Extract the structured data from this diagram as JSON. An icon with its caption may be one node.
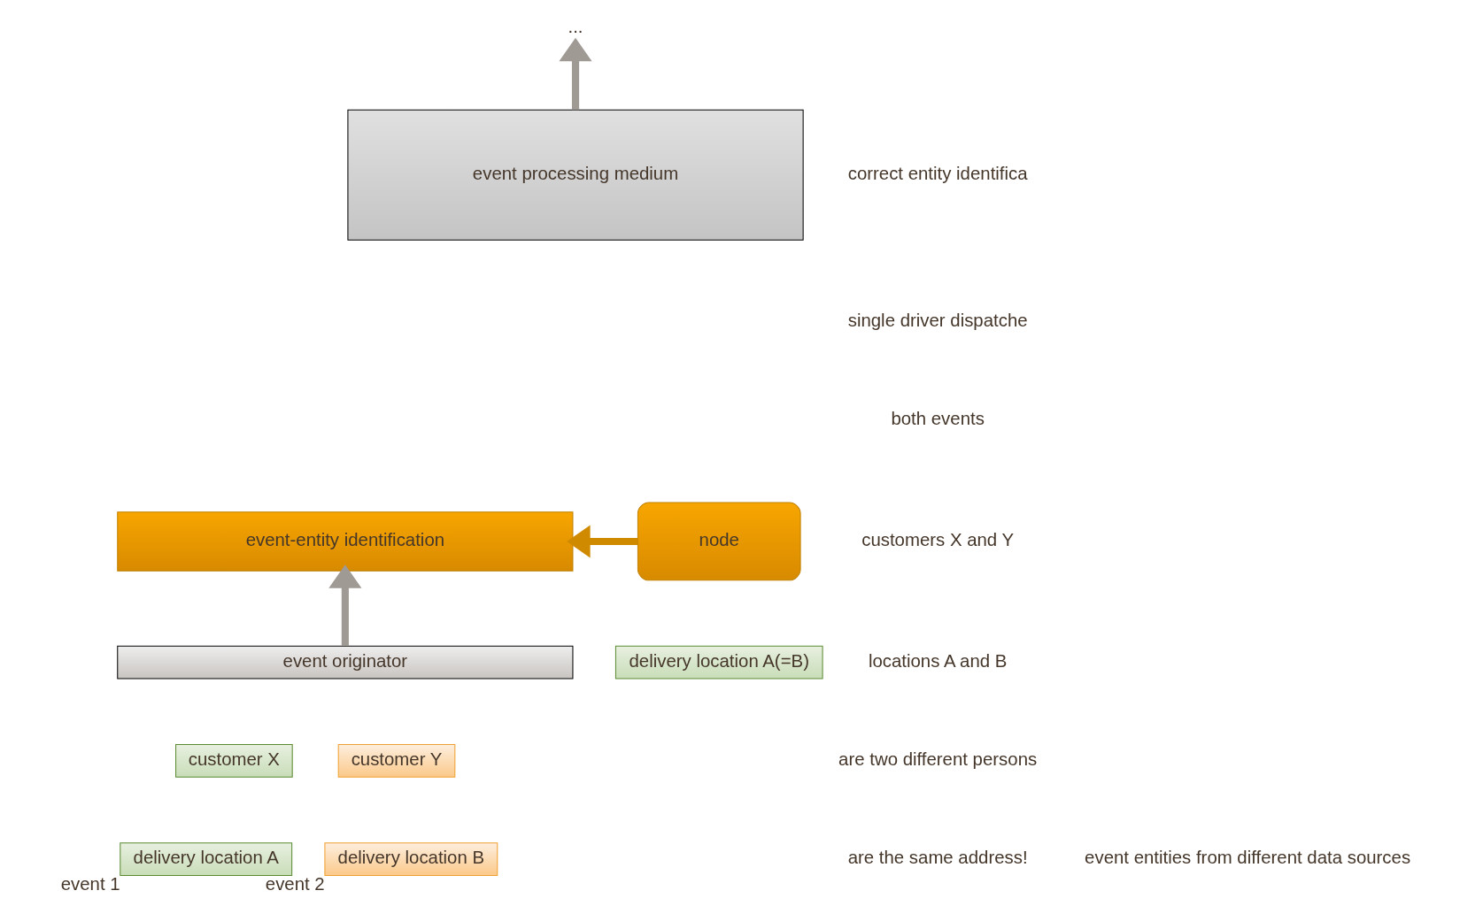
{
  "diagram": {
    "nodes": [
      {
        "text": [
          "..."
        ]
      },
      {
        "text": [
          "event processing medium"
        ]
      },
      {
        "text": [
          "event-entity identification"
        ]
      },
      {
        "text": [
          "event originator"
        ]
      },
      {
        "text": [
          "customer X"
        ]
      },
      {
        "text": [
          "delivery location A"
        ],
        "beside": [
          "event 1"
        ]
      },
      {
        "text": [
          "customer Y"
        ]
      },
      {
        "text": [
          "delivery location B"
        ],
        "beside": [
          "event 2"
        ]
      },
      {
        "text": [
          "node"
        ]
      },
      {
        "text": [
          "delivery location A(=B)"
        ]
      }
    ],
    "edges": [
      {
        "from": 1,
        "to": 0,
        "arrow": "to"
      },
      {
        "from": 3,
        "to": 2,
        "arrow": "to"
      },
      {
        "from": 8,
        "to": 2,
        "arrow": "to",
        "color": "#d08a00"
      }
    ],
    "labels": [
      "correct entity identifica",
      "single driver dispatche",
      "both events",
      "customers X and Y",
      "locations A and B",
      "are two different persons",
      "are the same address!",
      "event entities from different data sources"
    ]
  }
}
